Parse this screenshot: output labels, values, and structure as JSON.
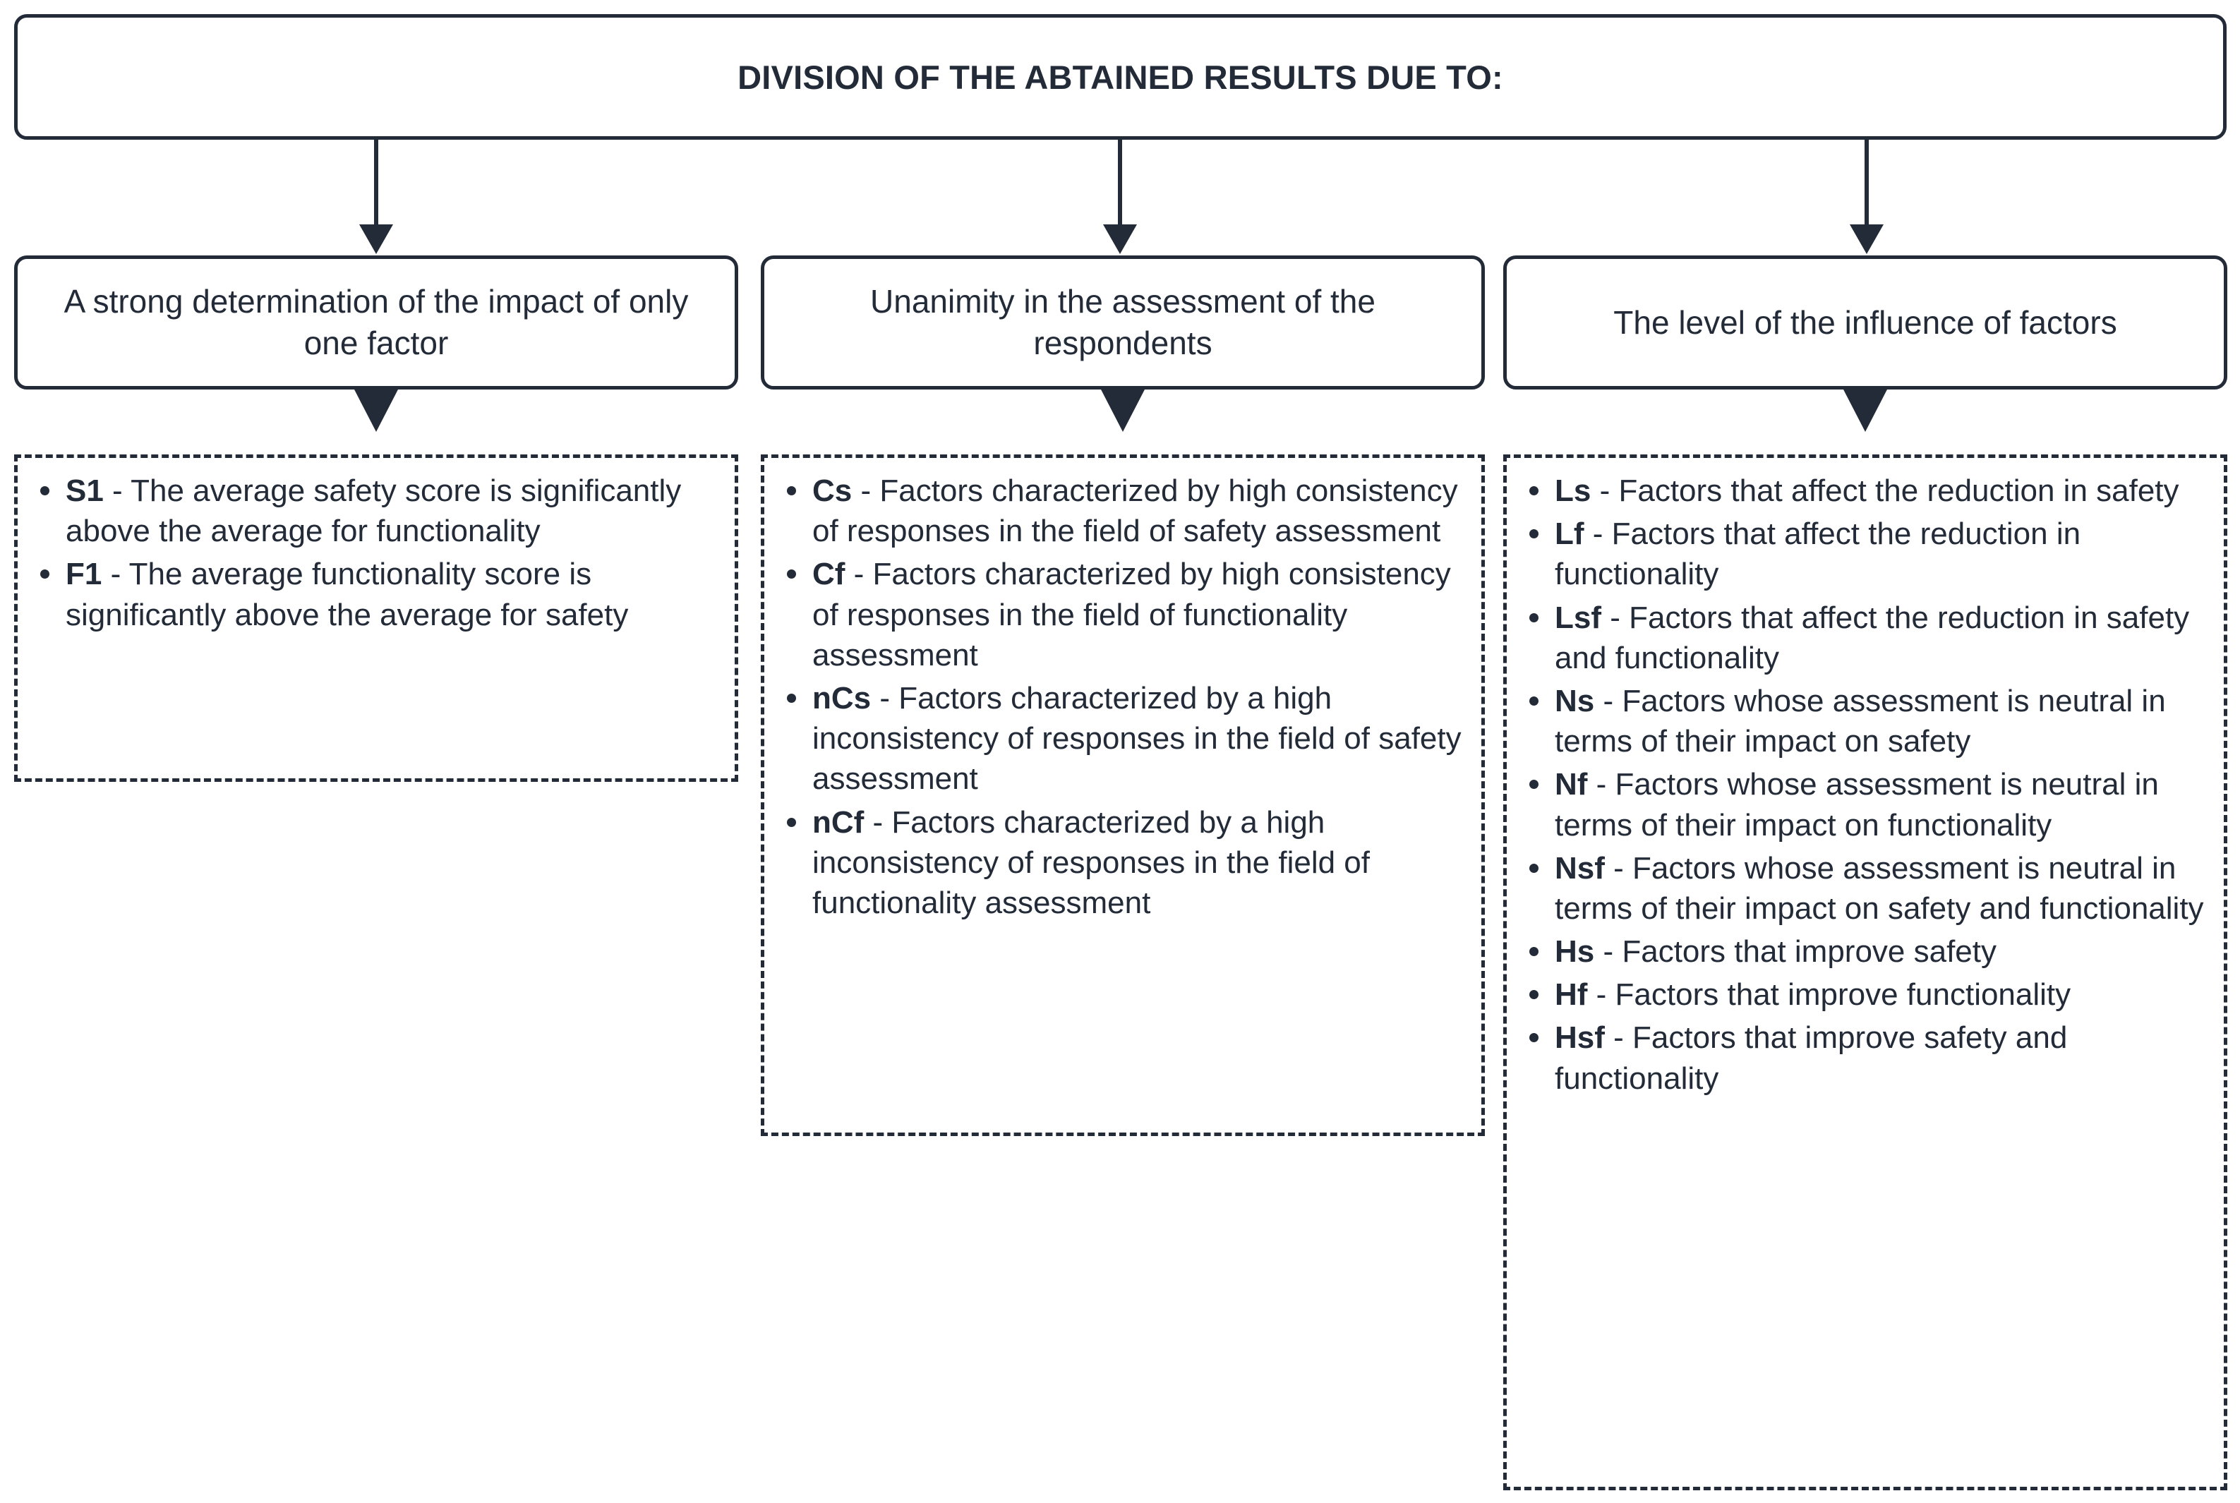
{
  "diagram": {
    "title": "DIVISION OF THE ABTAINED RESULTS DUE TO:",
    "branches": [
      {
        "heading": "A strong determination of the impact of only one factor",
        "items": [
          {
            "code": "S1",
            "sep": " - ",
            "text": "The average safety score is significantly above the average for functionality"
          },
          {
            "code": "F1",
            "sep": " - ",
            "text": "The average functionality score is significantly above the average for safety"
          }
        ]
      },
      {
        "heading": "Unanimity in the assessment of the respondents",
        "items": [
          {
            "code": "Cs",
            "sep": " - ",
            "text": "Factors characterized by high consistency of responses in the field of safety assessment"
          },
          {
            "code": "Cf",
            "sep": " - ",
            "text": "Factors characterized by high consistency of responses in the field of functionality assessment"
          },
          {
            "code": "nCs",
            "sep": " - ",
            "text": "Factors characterized by a high inconsistency of responses in the field of safety assessment"
          },
          {
            "code": "nCf",
            "sep": " - ",
            "text": "Factors characterized by a high inconsistency of responses in the field of functionality assessment"
          }
        ]
      },
      {
        "heading": "The level of the influence of factors",
        "items": [
          {
            "code": "Ls",
            "sep": " - ",
            "text": "Factors that affect the reduction in safety"
          },
          {
            "code": "Lf",
            "sep": " - ",
            "text": "Factors that affect the reduction in functionality"
          },
          {
            "code": "Lsf",
            "sep": " - ",
            "text": "Factors that affect the reduction in safety and functionality"
          },
          {
            "code": "Ns",
            "sep": " - ",
            "text": "Factors whose assessment is neutral in terms of their impact on safety"
          },
          {
            "code": "Nf",
            "sep": " - ",
            "text": "Factors whose assessment is neutral in terms of their impact on functionality"
          },
          {
            "code": "Nsf",
            "sep": " - ",
            "text": "Factors whose assessment is neutral in terms of their impact on safety and functionality"
          },
          {
            "code": "Hs",
            "sep": " - ",
            "text": "Factors that improve safety"
          },
          {
            "code": "Hf",
            "sep": " - ",
            "text": "Factors that improve functionality"
          },
          {
            "code": "Hsf",
            "sep": " - ",
            "text": "Factors that improve safety and functionality"
          }
        ]
      }
    ],
    "colors": {
      "stroke": "#232b38",
      "background": "#ffffff",
      "text": "#232b38"
    }
  }
}
